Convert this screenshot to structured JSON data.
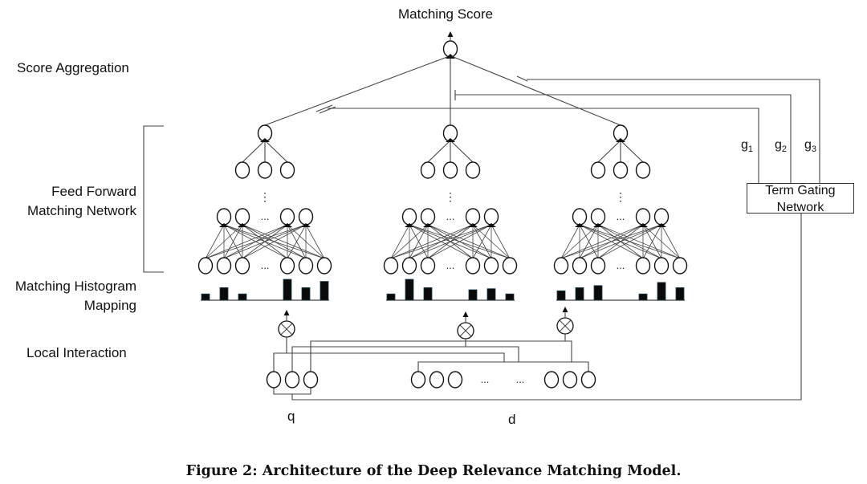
{
  "figure": {
    "caption": "Figure 2:  Architecture of the Deep Relevance Matching Model."
  },
  "labels": {
    "output": "Matching Score",
    "score_aggregation": "Score Aggregation",
    "ffmn_line1": "Feed Forward",
    "ffmn_line2": "Matching Network",
    "mhm_line1": "Matching Histogram",
    "mhm_line2": "Mapping",
    "local_interaction": "Local Interaction",
    "query": "q",
    "document": "d",
    "term_gating_line1": "Term Gating",
    "term_gating_line2": "Network",
    "ellipsis": "...",
    "vdots": "⋮"
  },
  "gates": [
    {
      "base": "g",
      "sub": "1"
    },
    {
      "base": "g",
      "sub": "2"
    },
    {
      "base": "g",
      "sub": "3"
    }
  ],
  "histograms": [
    [
      0.3,
      0.6,
      0.3,
      null,
      1.0,
      0.6,
      0.9
    ],
    [
      0.3,
      1.0,
      0.6,
      null,
      0.5,
      0.55,
      0.3
    ],
    [
      0.45,
      0.6,
      0.7,
      null,
      0.3,
      0.85,
      0.6
    ]
  ],
  "colors": {
    "line": "#444444",
    "node_stroke": "#111111",
    "bar": "#0a0a0a",
    "bar_edge": "#1e3a4a"
  }
}
